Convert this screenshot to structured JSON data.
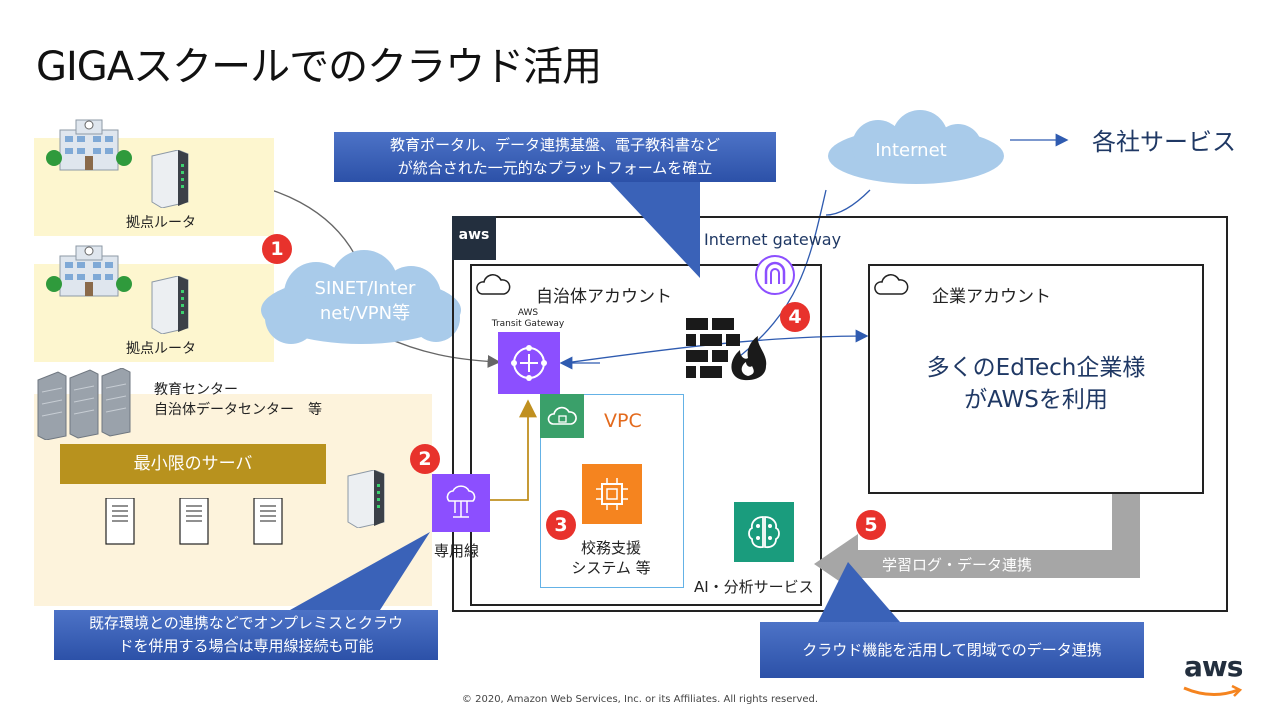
{
  "title": "GIGAスクールでのクラウド活用",
  "sites": {
    "router_label_1": "拠点ルータ",
    "router_label_2": "拠点ルータ",
    "center_label": "教育センター\n自治体データセンター　等",
    "min_server": "最小限のサーバ"
  },
  "cloud_sinet": "SINET/Inter\nnet/VPN等",
  "cloud_internet": "Internet",
  "services_label": "各社サービス",
  "callouts": {
    "top": "教育ポータル、データ連携基盤、電子教科書など\nが統合された一元的なプラットフォームを確立",
    "bottom_left": "既存環境との連携などでオンプレミスとクラウ\nドを併用する場合は専用線接続も可能",
    "bottom_right": "クラウド機能を活用して閉域でのデータ連携"
  },
  "aws": {
    "badge": "aws",
    "gateway_label": "Internet gateway",
    "municipal_account": "自治体アカウント",
    "company_account": "企業アカウント",
    "transit_gateway": "AWS\nTransit Gateway",
    "vpc": "VPC",
    "school_system": "校務支援\nシステム 等",
    "ai_service": "AI・分析サービス",
    "company_text": "多くのEdTech企業様\nがAWSを利用",
    "dedicated_line": "専用線",
    "log_arrow": "学習ログ・データ連携"
  },
  "badges": [
    "1",
    "2",
    "3",
    "4",
    "5"
  ],
  "footer": "© 2020, Amazon Web Services, Inc. or its Affiliates. All rights reserved.",
  "logo_text": "aws",
  "colors": {
    "callout": "#3a62b8",
    "badge_red": "#e8322c",
    "purple": "#8c4fff",
    "orange": "#f5841f",
    "green": "#3aa06a",
    "gold": "#b8921e",
    "vpc_border": "#64b2e6"
  }
}
